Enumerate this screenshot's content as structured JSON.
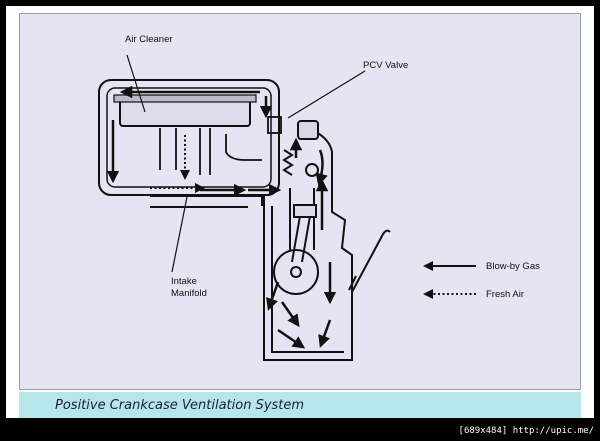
{
  "labels": {
    "air_cleaner": "Air Cleaner",
    "pcv_valve": "PCV Valve",
    "intake": "Intake",
    "manifold": "Manifold"
  },
  "legend": [
    {
      "label": "Blow-by Gas",
      "line_style": "solid",
      "color": "#111111"
    },
    {
      "label": "Fresh Air",
      "line_style": "dotted",
      "color": "#111111"
    }
  ],
  "caption": "Positive Crankcase Ventilation System",
  "watermark": "[689x484] http://upic.me/"
}
